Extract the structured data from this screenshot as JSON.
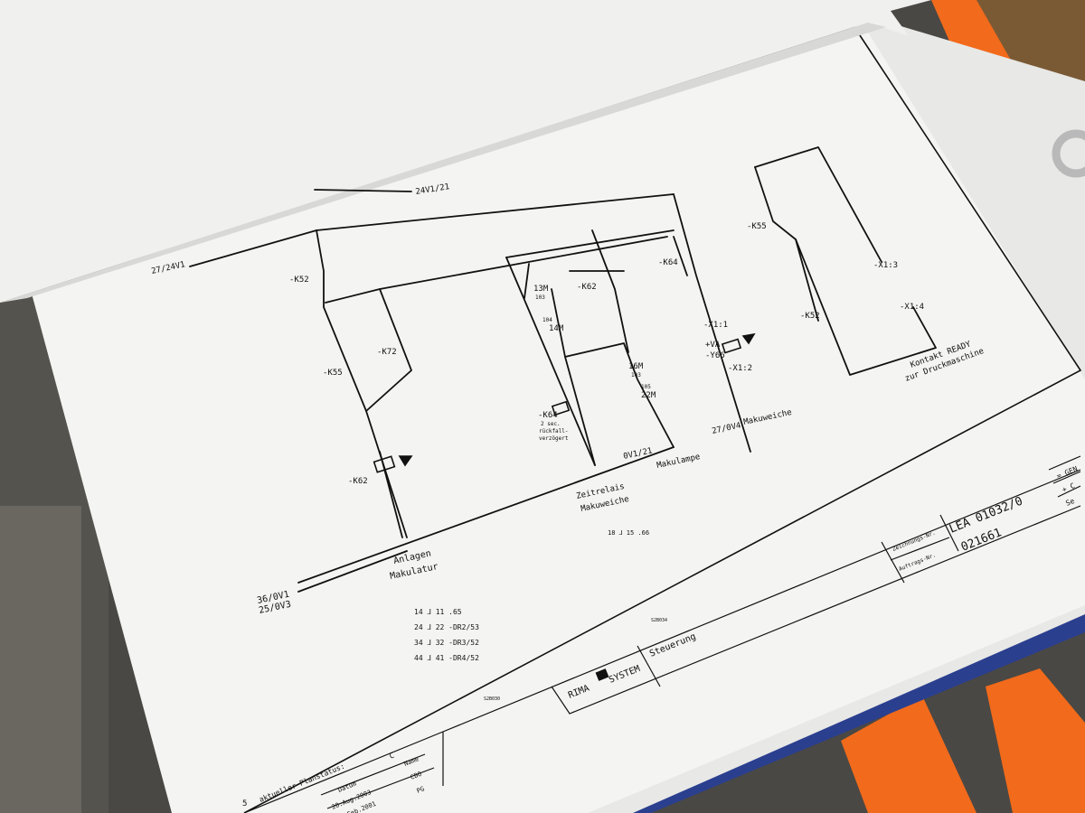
{
  "colors": {
    "paper": "#f4f4f2",
    "ink": "#111111",
    "strap": "#f26a1b",
    "binder": "#2b3f8f",
    "desk": "#7a5a35"
  },
  "labels": {
    "l24v1_21": "24V1/21",
    "l27_24v1": "27/24V1",
    "k52_a": "-K52",
    "k55_a": "-K55",
    "k72": "-K72",
    "k62_coil": "-K62",
    "k62_contact": "-K62",
    "k64_coil": "-K64",
    "k64_contact": "-K64",
    "k55_b": "-K55",
    "k52_b": "-K52",
    "x1_3": "-X1:3",
    "x1_4": "-X1:4",
    "x1_1": "-X1:1",
    "x1_2": "-X1:2",
    "va": "+VA",
    "y66": "-Y66",
    "w13m": "13M",
    "w14m": "14M",
    "w16m": "16M",
    "w22m": "22M",
    "n103a": "103",
    "n103b": "103",
    "n104": "104",
    "n105": "105",
    "ov1_21": "0V1/21",
    "l27_0v4": "27/0V4",
    "makuweiche_out": "Makuweiche",
    "makulampe": "Makulampe",
    "kontakt_ready": "Kontakt READY",
    "zur_druckmaschine": "zur Druckmaschine",
    "zeitrelais": "Zeitrelais",
    "makuweiche_relay": "Makuweiche",
    "sec_note_1": "2 sec.",
    "sec_note_2": "rückfall-",
    "sec_note_3": "verzögert",
    "anlagen": "Anlagen",
    "makulatur": "Makulatur",
    "l36_0v1": "36/0V1",
    "l25_0v3": "25/0V3",
    "ref_row1": "14  ⅃  11       .65",
    "ref_row2": "24  ⅃  22  -DR2/53",
    "ref_row3": "34  ⅃  32  -DR3/52",
    "ref_row4": "44  ⅃  41  -DR4/52",
    "relay_ref": "18  ⅃  15  .66",
    "stamp_a": "S2B034",
    "stamp_b": "S2B030",
    "zeichnungs_nr_label": "Zeichnungs-Nr.",
    "zeichnungs_nr": "LEA 01032/0",
    "auftrags_nr_label": "Auftrags-Nr.",
    "auftrags_nr": "021661",
    "steuerung": "Steuerung",
    "rima_left": "RIMA",
    "rima_right": "SYSTEM",
    "planstatus": "aktueller Planstatus:",
    "planstatus_val": "C",
    "datum_hdr": "Datum",
    "name_hdr": "Name",
    "date_1": "20.Aug.2003",
    "date_2": "Feb.2001",
    "name_1": "CBO",
    "name_2": "PG",
    "page_no": "5",
    "corner_1": "= GEN",
    "corner_2": "+ C",
    "corner_3": "Se"
  }
}
